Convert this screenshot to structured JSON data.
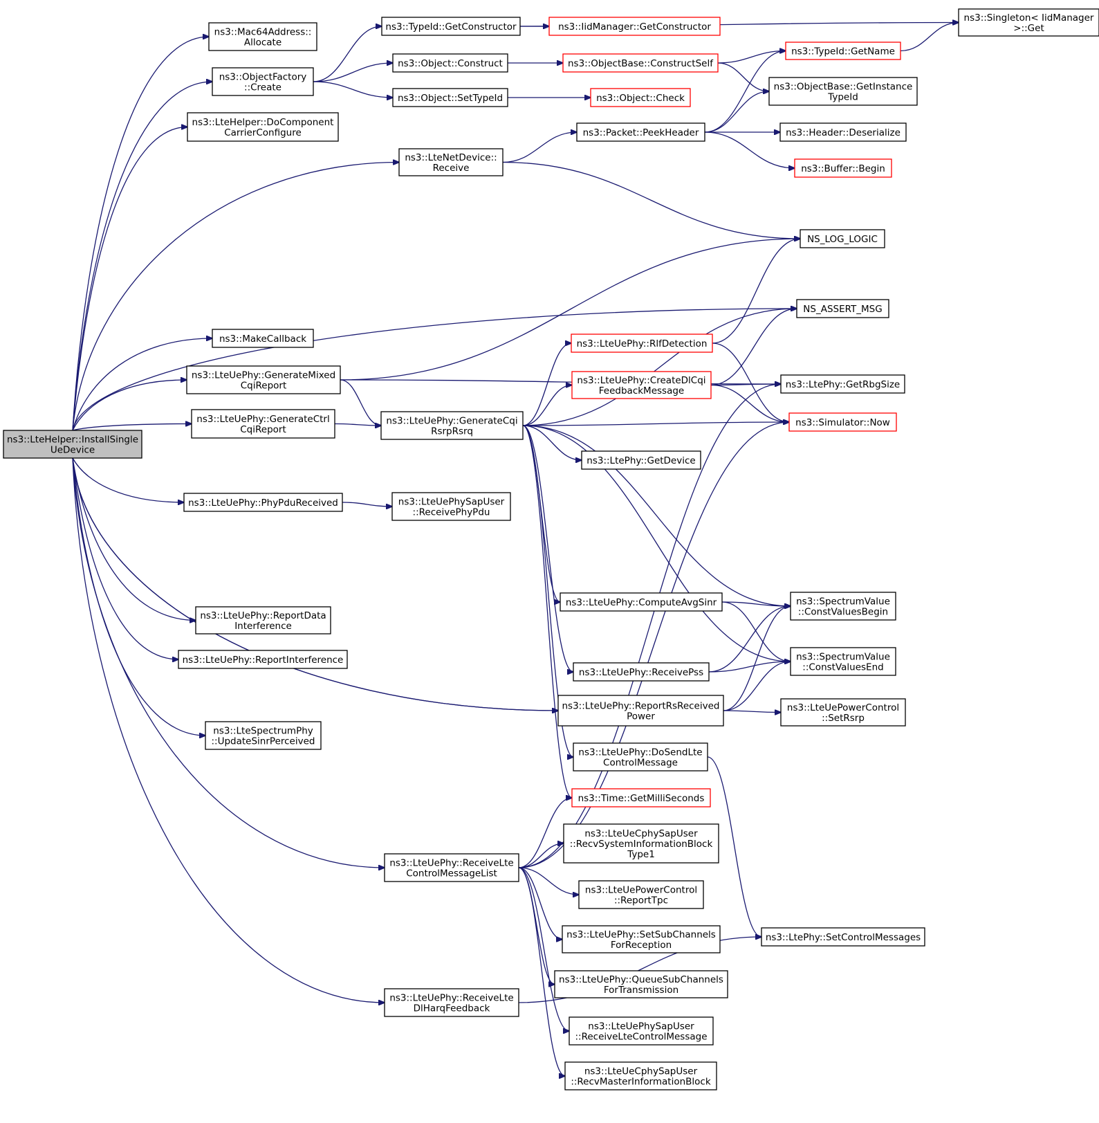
{
  "colors": {
    "edge": "#191970",
    "border_default": "#000000",
    "border_undocumented": "#ff0000",
    "fill_default": "#ffffff",
    "fill_root": "#bfbfbf"
  },
  "nodes": [
    {
      "id": "root",
      "lines": [
        "ns3::LteHelper::InstallSingle",
        "UeDevice"
      ],
      "style": "root"
    },
    {
      "id": "mac64alloc",
      "lines": [
        "ns3::Mac64Address::",
        "Allocate"
      ],
      "style": "default"
    },
    {
      "id": "objfactory",
      "lines": [
        "ns3::ObjectFactory",
        "::Create"
      ],
      "style": "default"
    },
    {
      "id": "docomp",
      "lines": [
        "ns3::LteHelper::DoComponent",
        "CarrierConfigure"
      ],
      "style": "default"
    },
    {
      "id": "makecb",
      "lines": [
        "ns3::MakeCallback"
      ],
      "style": "default"
    },
    {
      "id": "genmixed",
      "lines": [
        "ns3::LteUePhy::GenerateMixed",
        "CqiReport"
      ],
      "style": "default"
    },
    {
      "id": "genctrl",
      "lines": [
        "ns3::LteUePhy::GenerateCtrl",
        "CqiReport"
      ],
      "style": "default"
    },
    {
      "id": "phypdu",
      "lines": [
        "ns3::LteUePhy::PhyPduReceived"
      ],
      "style": "default"
    },
    {
      "id": "reportdata",
      "lines": [
        "ns3::LteUePhy::ReportData",
        "Interference"
      ],
      "style": "default"
    },
    {
      "id": "reportint",
      "lines": [
        "ns3::LteUePhy::ReportInterference"
      ],
      "style": "default"
    },
    {
      "id": "updsinr",
      "lines": [
        "ns3::LteSpectrumPhy",
        "::UpdateSinrPerceived"
      ],
      "style": "default"
    },
    {
      "id": "getctor",
      "lines": [
        "ns3::TypeId::GetConstructor"
      ],
      "style": "default"
    },
    {
      "id": "objconstruct",
      "lines": [
        "ns3::Object::Construct"
      ],
      "style": "default"
    },
    {
      "id": "objsettype",
      "lines": [
        "ns3::Object::SetTypeId"
      ],
      "style": "default"
    },
    {
      "id": "netrecv",
      "lines": [
        "ns3::LteNetDevice::",
        "Receive"
      ],
      "style": "default"
    },
    {
      "id": "gencqi",
      "lines": [
        "ns3::LteUePhy::GenerateCqi",
        "RsrpRsrq"
      ],
      "style": "default"
    },
    {
      "id": "recvphypdu",
      "lines": [
        "ns3::LteUePhySapUser",
        "::ReceivePhyPdu"
      ],
      "style": "default"
    },
    {
      "id": "recvctrllist",
      "lines": [
        "ns3::LteUePhy::ReceiveLte",
        "ControlMessageList"
      ],
      "style": "default"
    },
    {
      "id": "recvharq",
      "lines": [
        "ns3::LteUePhy::ReceiveLte",
        "DlHarqFeedback"
      ],
      "style": "default"
    },
    {
      "id": "iidgetctor",
      "lines": [
        "ns3::IidManager::GetConstructor"
      ],
      "style": "undocumented"
    },
    {
      "id": "constructself",
      "lines": [
        "ns3::ObjectBase::ConstructSelf"
      ],
      "style": "undocumented"
    },
    {
      "id": "objcheck",
      "lines": [
        "ns3::Object::Check"
      ],
      "style": "undocumented"
    },
    {
      "id": "peekheader",
      "lines": [
        "ns3::Packet::PeekHeader"
      ],
      "style": "default"
    },
    {
      "id": "rlfdetect",
      "lines": [
        "ns3::LteUePhy::RlfDetection"
      ],
      "style": "undocumented"
    },
    {
      "id": "createdlcqi",
      "lines": [
        "ns3::LteUePhy::CreateDlCqi",
        "FeedbackMessage"
      ],
      "style": "undocumented"
    },
    {
      "id": "getdevice",
      "lines": [
        "ns3::LtePhy::GetDevice"
      ],
      "style": "default"
    },
    {
      "id": "computeavg",
      "lines": [
        "ns3::LteUePhy::ComputeAvgSinr"
      ],
      "style": "default"
    },
    {
      "id": "recvpss",
      "lines": [
        "ns3::LteUePhy::ReceivePss"
      ],
      "style": "default"
    },
    {
      "id": "reportrs",
      "lines": [
        "ns3::LteUePhy::ReportRsReceived",
        "Power"
      ],
      "style": "default"
    },
    {
      "id": "dosendlte",
      "lines": [
        "ns3::LteUePhy::DoSendLte",
        "ControlMessage"
      ],
      "style": "default"
    },
    {
      "id": "getmilli",
      "lines": [
        "ns3::Time::GetMilliSeconds"
      ],
      "style": "undocumented"
    },
    {
      "id": "recvsib",
      "lines": [
        "ns3::LteUeCphySapUser",
        "::RecvSystemInformationBlock",
        "Type1"
      ],
      "style": "default"
    },
    {
      "id": "reporttpc",
      "lines": [
        "ns3::LteUePowerControl",
        "::ReportTpc"
      ],
      "style": "default"
    },
    {
      "id": "setsubrecv",
      "lines": [
        "ns3::LteUePhy::SetSubChannels",
        "ForReception"
      ],
      "style": "default"
    },
    {
      "id": "queuesub",
      "lines": [
        "ns3::LteUePhy::QueueSubChannels",
        "ForTransmission"
      ],
      "style": "default"
    },
    {
      "id": "recvltectrl",
      "lines": [
        "ns3::LteUePhySapUser",
        "::ReceiveLteControlMessage"
      ],
      "style": "default"
    },
    {
      "id": "recvmib",
      "lines": [
        "ns3::LteUeCphySapUser",
        "::RecvMasterInformationBlock"
      ],
      "style": "default"
    },
    {
      "id": "singleton",
      "lines": [
        "ns3::Singleton< IidManager",
        ">::Get"
      ],
      "style": "default"
    },
    {
      "id": "getname",
      "lines": [
        "ns3::TypeId::GetName"
      ],
      "style": "undocumented"
    },
    {
      "id": "getinst",
      "lines": [
        "ns3::ObjectBase::GetInstance",
        "TypeId"
      ],
      "style": "default"
    },
    {
      "id": "deserialize",
      "lines": [
        "ns3::Header::Deserialize"
      ],
      "style": "default"
    },
    {
      "id": "bufbegin",
      "lines": [
        "ns3::Buffer::Begin"
      ],
      "style": "undocumented"
    },
    {
      "id": "nslog",
      "lines": [
        "NS_LOG_LOGIC"
      ],
      "style": "default"
    },
    {
      "id": "nsassert",
      "lines": [
        "NS_ASSERT_MSG"
      ],
      "style": "default"
    },
    {
      "id": "getrbg",
      "lines": [
        "ns3::LtePhy::GetRbgSize"
      ],
      "style": "default"
    },
    {
      "id": "simnow",
      "lines": [
        "ns3::Simulator::Now"
      ],
      "style": "undocumented"
    },
    {
      "id": "constbegin",
      "lines": [
        "ns3::SpectrumValue",
        "::ConstValuesBegin"
      ],
      "style": "default"
    },
    {
      "id": "constend",
      "lines": [
        "ns3::SpectrumValue",
        "::ConstValuesEnd"
      ],
      "style": "default"
    },
    {
      "id": "setrsrp",
      "lines": [
        "ns3::LteUePowerControl",
        "::SetRsrp"
      ],
      "style": "default"
    },
    {
      "id": "setctrlmsgs",
      "lines": [
        "ns3::LtePhy::SetControlMessages"
      ],
      "style": "default"
    }
  ],
  "edges": [
    {
      "from": "root",
      "to": "mac64alloc"
    },
    {
      "from": "root",
      "to": "objfactory"
    },
    {
      "from": "root",
      "to": "docomp"
    },
    {
      "from": "root",
      "to": "netrecv"
    },
    {
      "from": "root",
      "to": "nsassert"
    },
    {
      "from": "root",
      "to": "makecb"
    },
    {
      "from": "root",
      "to": "genmixed"
    },
    {
      "from": "root",
      "to": "genctrl"
    },
    {
      "from": "root",
      "to": "phypdu"
    },
    {
      "from": "root",
      "to": "reportrs"
    },
    {
      "from": "root",
      "to": "reportrs"
    },
    {
      "from": "root",
      "to": "recvctrllist"
    },
    {
      "from": "root",
      "to": "reportdata"
    },
    {
      "from": "root",
      "to": "reportint"
    },
    {
      "from": "root",
      "to": "recvharq"
    },
    {
      "from": "root",
      "to": "updsinr"
    },
    {
      "from": "objfactory",
      "to": "getctor"
    },
    {
      "from": "objfactory",
      "to": "objconstruct"
    },
    {
      "from": "objfactory",
      "to": "objsettype"
    },
    {
      "from": "getctor",
      "to": "iidgetctor"
    },
    {
      "from": "getctor",
      "to": "singleton"
    },
    {
      "from": "objconstruct",
      "to": "constructself"
    },
    {
      "from": "objsettype",
      "to": "objcheck"
    },
    {
      "from": "constructself",
      "to": "getname"
    },
    {
      "from": "constructself",
      "to": "getinst"
    },
    {
      "from": "getname",
      "to": "singleton"
    },
    {
      "from": "netrecv",
      "to": "peekheader"
    },
    {
      "from": "netrecv",
      "to": "nslog"
    },
    {
      "from": "peekheader",
      "to": "getname"
    },
    {
      "from": "peekheader",
      "to": "getinst"
    },
    {
      "from": "peekheader",
      "to": "deserialize"
    },
    {
      "from": "peekheader",
      "to": "bufbegin"
    },
    {
      "from": "genmixed",
      "to": "nslog"
    },
    {
      "from": "genmixed",
      "to": "getrbg"
    },
    {
      "from": "genmixed",
      "to": "gencqi"
    },
    {
      "from": "genctrl",
      "to": "gencqi"
    },
    {
      "from": "phypdu",
      "to": "recvphypdu"
    },
    {
      "from": "gencqi",
      "to": "nsassert"
    },
    {
      "from": "gencqi",
      "to": "rlfdetect"
    },
    {
      "from": "gencqi",
      "to": "createdlcqi"
    },
    {
      "from": "gencqi",
      "to": "simnow"
    },
    {
      "from": "gencqi",
      "to": "getdevice"
    },
    {
      "from": "gencqi",
      "to": "constbegin"
    },
    {
      "from": "gencqi",
      "to": "computeavg"
    },
    {
      "from": "gencqi",
      "to": "constend"
    },
    {
      "from": "gencqi",
      "to": "recvpss"
    },
    {
      "from": "gencqi",
      "to": "dosendlte"
    },
    {
      "from": "gencqi",
      "to": "getmilli"
    },
    {
      "from": "rlfdetect",
      "to": "nslog"
    },
    {
      "from": "rlfdetect",
      "to": "simnow"
    },
    {
      "from": "createdlcqi",
      "to": "nsassert"
    },
    {
      "from": "createdlcqi",
      "to": "getrbg"
    },
    {
      "from": "createdlcqi",
      "to": "simnow"
    },
    {
      "from": "computeavg",
      "to": "constbegin"
    },
    {
      "from": "computeavg",
      "to": "constend"
    },
    {
      "from": "recvpss",
      "to": "constbegin"
    },
    {
      "from": "recvpss",
      "to": "constend"
    },
    {
      "from": "reportrs",
      "to": "constbegin"
    },
    {
      "from": "reportrs",
      "to": "constend"
    },
    {
      "from": "reportrs",
      "to": "setrsrp"
    },
    {
      "from": "dosendlte",
      "to": "setctrlmsgs"
    },
    {
      "from": "recvctrllist",
      "to": "getrbg"
    },
    {
      "from": "recvctrllist",
      "to": "simnow"
    },
    {
      "from": "recvctrllist",
      "to": "getmilli"
    },
    {
      "from": "recvctrllist",
      "to": "recvsib"
    },
    {
      "from": "recvctrllist",
      "to": "reporttpc"
    },
    {
      "from": "recvctrllist",
      "to": "setsubrecv"
    },
    {
      "from": "recvctrllist",
      "to": "queuesub"
    },
    {
      "from": "recvctrllist",
      "to": "recvltectrl"
    },
    {
      "from": "recvctrllist",
      "to": "recvmib"
    },
    {
      "from": "recvharq",
      "to": "setctrlmsgs"
    }
  ]
}
